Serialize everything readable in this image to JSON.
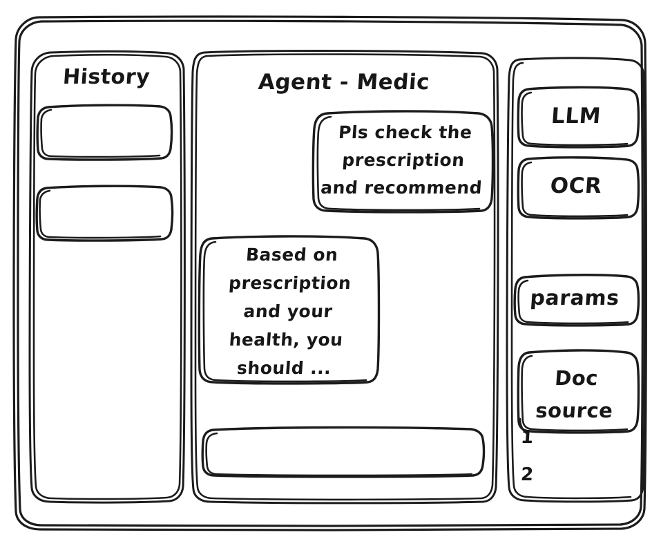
{
  "window": {
    "name": "agent-medic-wireframe"
  },
  "sidebar_left": {
    "title": "History",
    "items": [
      {
        "label": ""
      },
      {
        "label": ""
      }
    ]
  },
  "main": {
    "title": "Agent - Medic",
    "messages": [
      {
        "role": "user",
        "text": "Pls check the\nprescription\nand recommend"
      },
      {
        "role": "assistant",
        "text": "Based on\nprescription\nand your\nhealth, you\nshould ..."
      }
    ],
    "composer": {
      "value": "",
      "placeholder": ""
    }
  },
  "sidebar_right": {
    "tools": [
      {
        "label": "LLM"
      },
      {
        "label": "OCR"
      }
    ],
    "params": {
      "label": "params"
    },
    "doc_source": {
      "label": "Doc\nsource",
      "items": [
        {
          "label": "1"
        },
        {
          "label": "2"
        }
      ]
    }
  },
  "colors": {
    "stroke": "#1c1c1c",
    "text": "#171717",
    "background": "#ffffff"
  }
}
